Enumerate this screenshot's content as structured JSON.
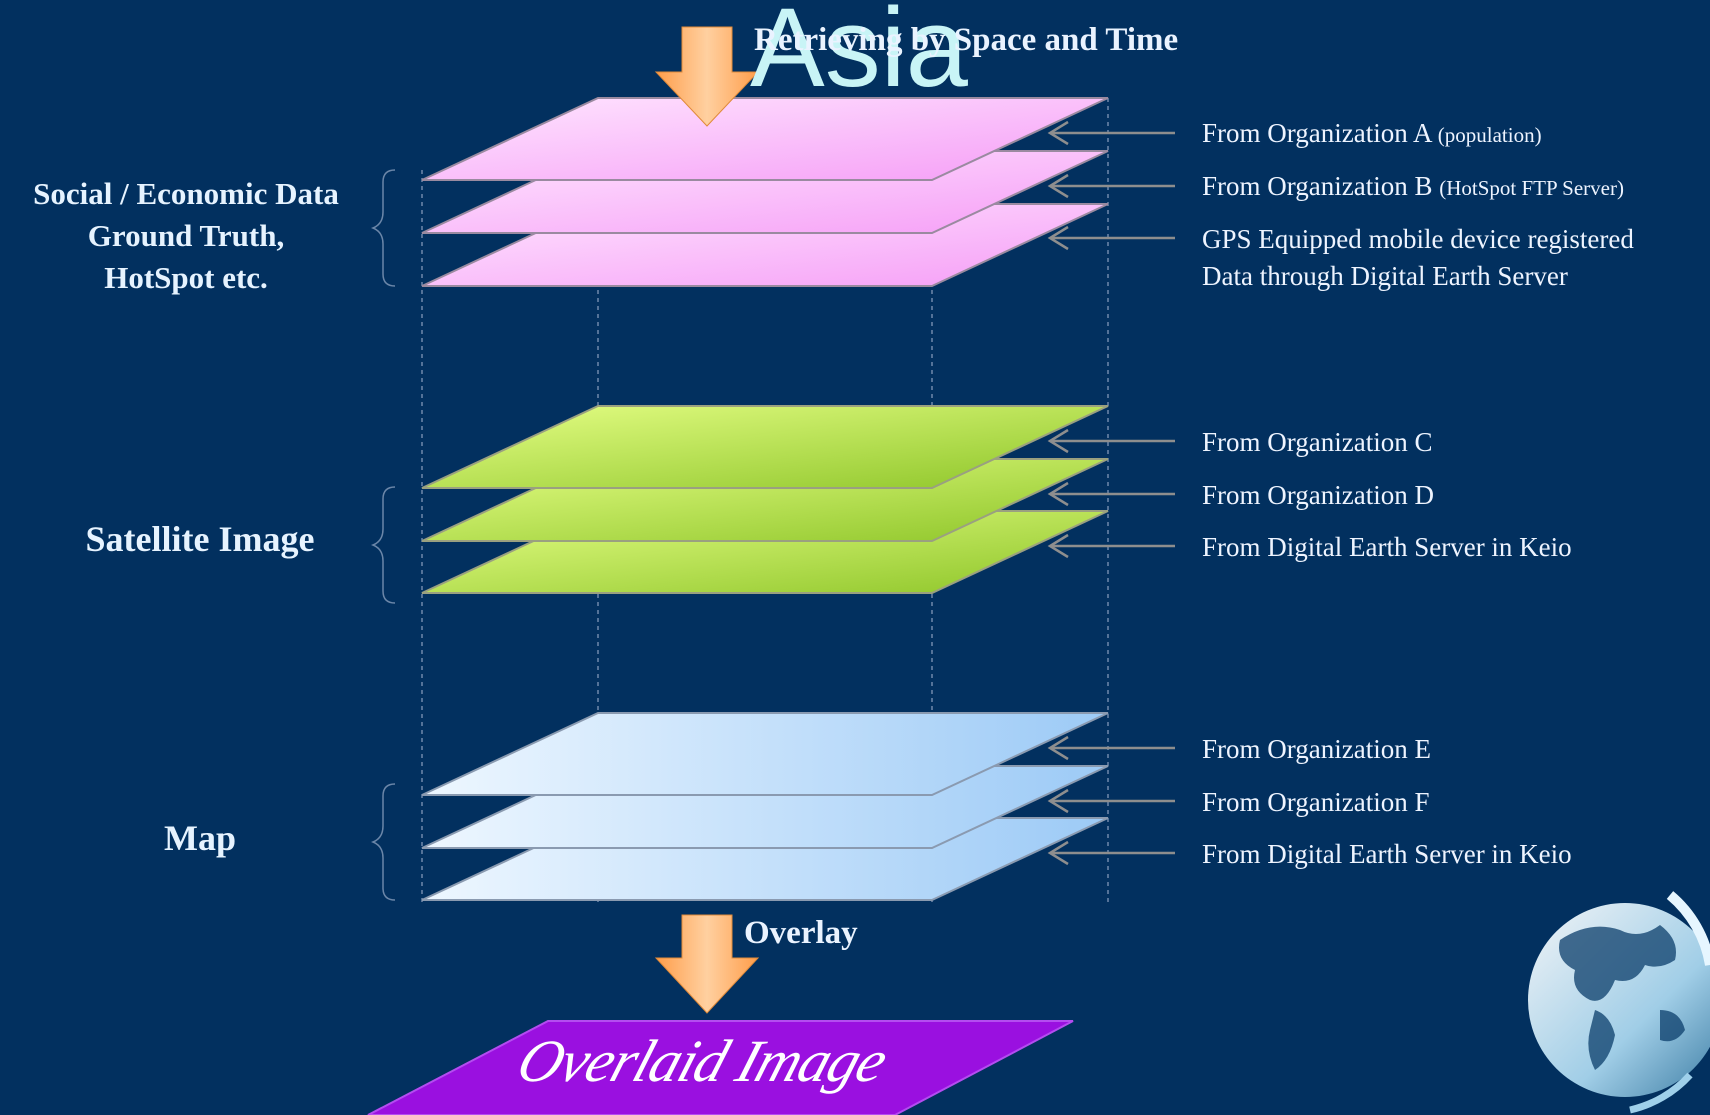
{
  "title": "Asia",
  "subtitle": "Retrieving by Space and Time",
  "groups": [
    {
      "label_lines": [
        "Social / Economic Data",
        "Ground Truth,",
        "HotSpot etc."
      ],
      "sources": [
        {
          "text": "From Organization A",
          "note": "(population)"
        },
        {
          "text": "From Organization B",
          "note": "(HotSpot FTP Server)"
        },
        {
          "text": "GPS Equipped mobile device registered",
          "line2": "Data through Digital Earth Server"
        }
      ],
      "colors": {
        "from": "#ffe6ff",
        "to": "#f59cf6"
      }
    },
    {
      "label_lines": [
        "Satellite Image"
      ],
      "sources": [
        {
          "text": "From Organization C"
        },
        {
          "text": "From Organization D"
        },
        {
          "text": "From Digital Earth Server in Keio"
        }
      ],
      "colors": {
        "from": "#e6ff86",
        "to": "#8cc427"
      }
    },
    {
      "label_lines": [
        "Map"
      ],
      "sources": [
        {
          "text": "From Organization E"
        },
        {
          "text": "From Organization F"
        },
        {
          "text": "From Digital Earth Server in Keio"
        }
      ],
      "colors": {
        "from": "#eef7ff",
        "to": "#9ccaf6"
      }
    }
  ],
  "overlay_label": "Overlay",
  "overlaid_image_label": "Overlaid Image",
  "accent_colors": {
    "arrow": "#ffb26b",
    "result": "#9a10e0",
    "background": "#02305f"
  },
  "icons": [
    "globe-icon"
  ]
}
